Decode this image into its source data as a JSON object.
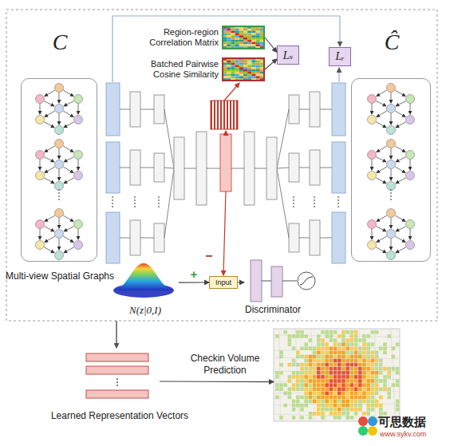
{
  "diagram": {
    "nodes": [
      {
        "text": [
          "C",
          "Multi-view Spatial Graphs"
        ]
      },
      {
        "text": [
          "Region-region Correlation Matrix"
        ]
      },
      {
        "text": [
          "Batched Pairwise Cosine Similarity"
        ]
      },
      {
        "text": [
          "Lₛ"
        ]
      },
      {
        "text": [
          "Lᵣ"
        ]
      },
      {
        "text": [
          "Ĉ"
        ]
      },
      {
        "text": [
          "N(z|0,I)"
        ]
      },
      {
        "text": [
          "Input"
        ]
      },
      {
        "text": [
          "Discriminator"
        ]
      },
      {
        "text": [
          "Learned Representation Vectors"
        ]
      },
      {
        "text": [
          "Checkin Volume Prediction"
        ]
      }
    ],
    "edges": [
      {
        "from": 1,
        "to": 3,
        "arrow": "to"
      },
      {
        "from": 2,
        "to": 3,
        "arrow": "to"
      },
      {
        "from": 6,
        "to": 7,
        "label": "+",
        "arrow": "to"
      },
      {
        "from": 7,
        "to": 8,
        "arrow": "to"
      },
      {
        "from": 9,
        "to": 10,
        "arrow": "to"
      }
    ],
    "labels": [
      "−",
      "可思数据",
      "www.sykv.com"
    ]
  }
}
